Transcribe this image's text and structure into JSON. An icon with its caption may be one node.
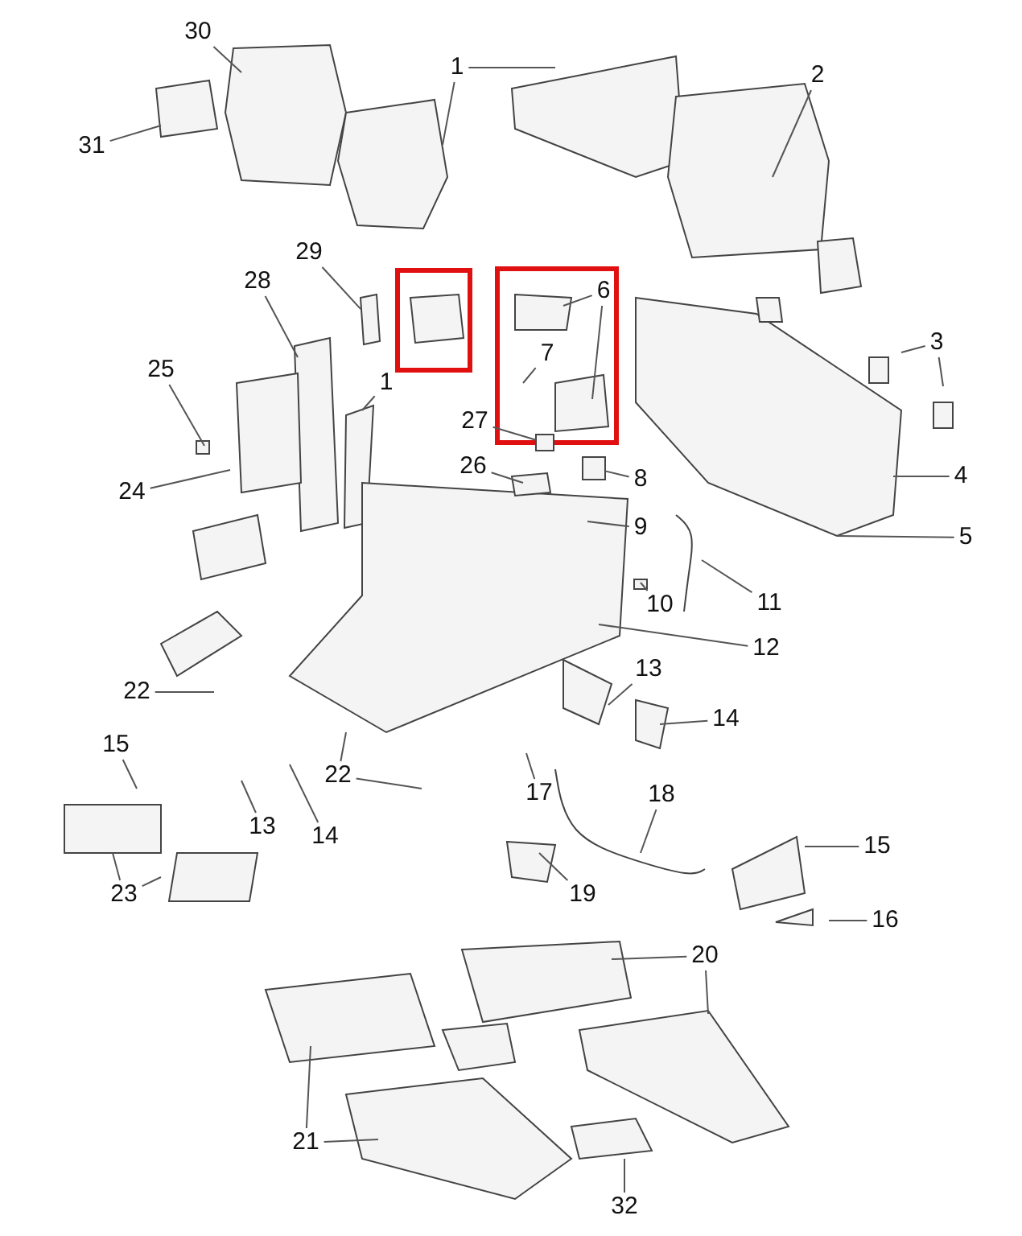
{
  "diagram": {
    "nodes": [
      {
        "text": [
          "30"
        ]
      },
      {
        "text": [
          "31"
        ]
      },
      {
        "text": [
          "1"
        ]
      },
      {
        "text": [
          "2"
        ]
      },
      {
        "text": [
          "29"
        ]
      },
      {
        "text": [
          "28"
        ]
      },
      {
        "text": [
          "6"
        ]
      },
      {
        "text": [
          "7"
        ]
      },
      {
        "text": [
          "1"
        ]
      },
      {
        "text": [
          "25"
        ]
      },
      {
        "text": [
          "3"
        ]
      },
      {
        "text": [
          "27"
        ]
      },
      {
        "text": [
          "26"
        ]
      },
      {
        "text": [
          "8"
        ]
      },
      {
        "text": [
          "4"
        ]
      },
      {
        "text": [
          "24"
        ]
      },
      {
        "text": [
          "9"
        ]
      },
      {
        "text": [
          "5"
        ]
      },
      {
        "text": [
          "10"
        ]
      },
      {
        "text": [
          "11"
        ]
      },
      {
        "text": [
          "12"
        ]
      },
      {
        "text": [
          "13"
        ]
      },
      {
        "text": [
          "14"
        ]
      },
      {
        "text": [
          "22"
        ]
      },
      {
        "text": [
          "15"
        ]
      },
      {
        "text": [
          "22"
        ]
      },
      {
        "text": [
          "17"
        ]
      },
      {
        "text": [
          "18"
        ]
      },
      {
        "text": [
          "13"
        ]
      },
      {
        "text": [
          "14"
        ]
      },
      {
        "text": [
          "15"
        ]
      },
      {
        "text": [
          "19"
        ]
      },
      {
        "text": [
          "23"
        ]
      },
      {
        "text": [
          "16"
        ]
      },
      {
        "text": [
          "20"
        ]
      },
      {
        "text": [
          "21"
        ]
      },
      {
        "text": [
          "32"
        ]
      },
      {
        "text": [],
        "shape": "box"
      },
      {
        "text": [],
        "shape": "box"
      },
      {
        "text": [],
        "shape": "box"
      }
    ],
    "edges": [
      {
        "from": 0,
        "to": null,
        "arrow": "none"
      },
      {
        "from": 1,
        "to": null,
        "arrow": "none"
      },
      {
        "from": 2,
        "to": null,
        "arrow": "none"
      },
      {
        "from": 2,
        "to": null,
        "arrow": "none"
      },
      {
        "from": 3,
        "to": null,
        "arrow": "none"
      },
      {
        "from": 4,
        "to": 37,
        "arrow": "none"
      },
      {
        "from": 5,
        "to": null,
        "arrow": "none"
      },
      {
        "from": 6,
        "to": null,
        "arrow": "none"
      },
      {
        "from": 6,
        "to": null,
        "arrow": "none"
      },
      {
        "from": 7,
        "to": null,
        "arrow": "none"
      },
      {
        "from": 8,
        "to": null,
        "arrow": "none"
      },
      {
        "from": 9,
        "to": null,
        "arrow": "none"
      },
      {
        "from": 10,
        "to": null,
        "arrow": "none"
      },
      {
        "from": 10,
        "to": null,
        "arrow": "none"
      },
      {
        "from": 11,
        "to": 38,
        "arrow": "none"
      },
      {
        "from": 12,
        "to": null,
        "arrow": "none"
      },
      {
        "from": 13,
        "to": 39,
        "arrow": "none"
      },
      {
        "from": 14,
        "to": null,
        "arrow": "none"
      },
      {
        "from": 15,
        "to": null,
        "arrow": "none"
      },
      {
        "from": 16,
        "to": null,
        "arrow": "none"
      },
      {
        "from": 17,
        "to": null,
        "arrow": "none"
      },
      {
        "from": 18,
        "to": null,
        "arrow": "none"
      },
      {
        "from": 19,
        "to": null,
        "arrow": "none"
      },
      {
        "from": 20,
        "to": null,
        "arrow": "none"
      },
      {
        "from": 21,
        "to": null,
        "arrow": "none"
      },
      {
        "from": 22,
        "to": null,
        "arrow": "none"
      },
      {
        "from": 23,
        "to": null,
        "arrow": "none"
      },
      {
        "from": 24,
        "to": null,
        "arrow": "none"
      },
      {
        "from": 25,
        "to": null,
        "arrow": "none"
      },
      {
        "from": 25,
        "to": null,
        "arrow": "none"
      },
      {
        "from": 26,
        "to": null,
        "arrow": "none"
      },
      {
        "from": 27,
        "to": null,
        "arrow": "none"
      },
      {
        "from": 28,
        "to": null,
        "arrow": "none"
      },
      {
        "from": 29,
        "to": null,
        "arrow": "none"
      },
      {
        "from": 30,
        "to": null,
        "arrow": "none"
      },
      {
        "from": 31,
        "to": null,
        "arrow": "none"
      },
      {
        "from": 32,
        "to": null,
        "arrow": "none"
      },
      {
        "from": 32,
        "to": null,
        "arrow": "none"
      },
      {
        "from": 33,
        "to": null,
        "arrow": "none"
      },
      {
        "from": 34,
        "to": null,
        "arrow": "none"
      },
      {
        "from": 34,
        "to": null,
        "arrow": "none"
      },
      {
        "from": 35,
        "to": null,
        "arrow": "none"
      },
      {
        "from": 35,
        "to": null,
        "arrow": "none"
      },
      {
        "from": 36,
        "to": null,
        "arrow": "none"
      }
    ]
  }
}
